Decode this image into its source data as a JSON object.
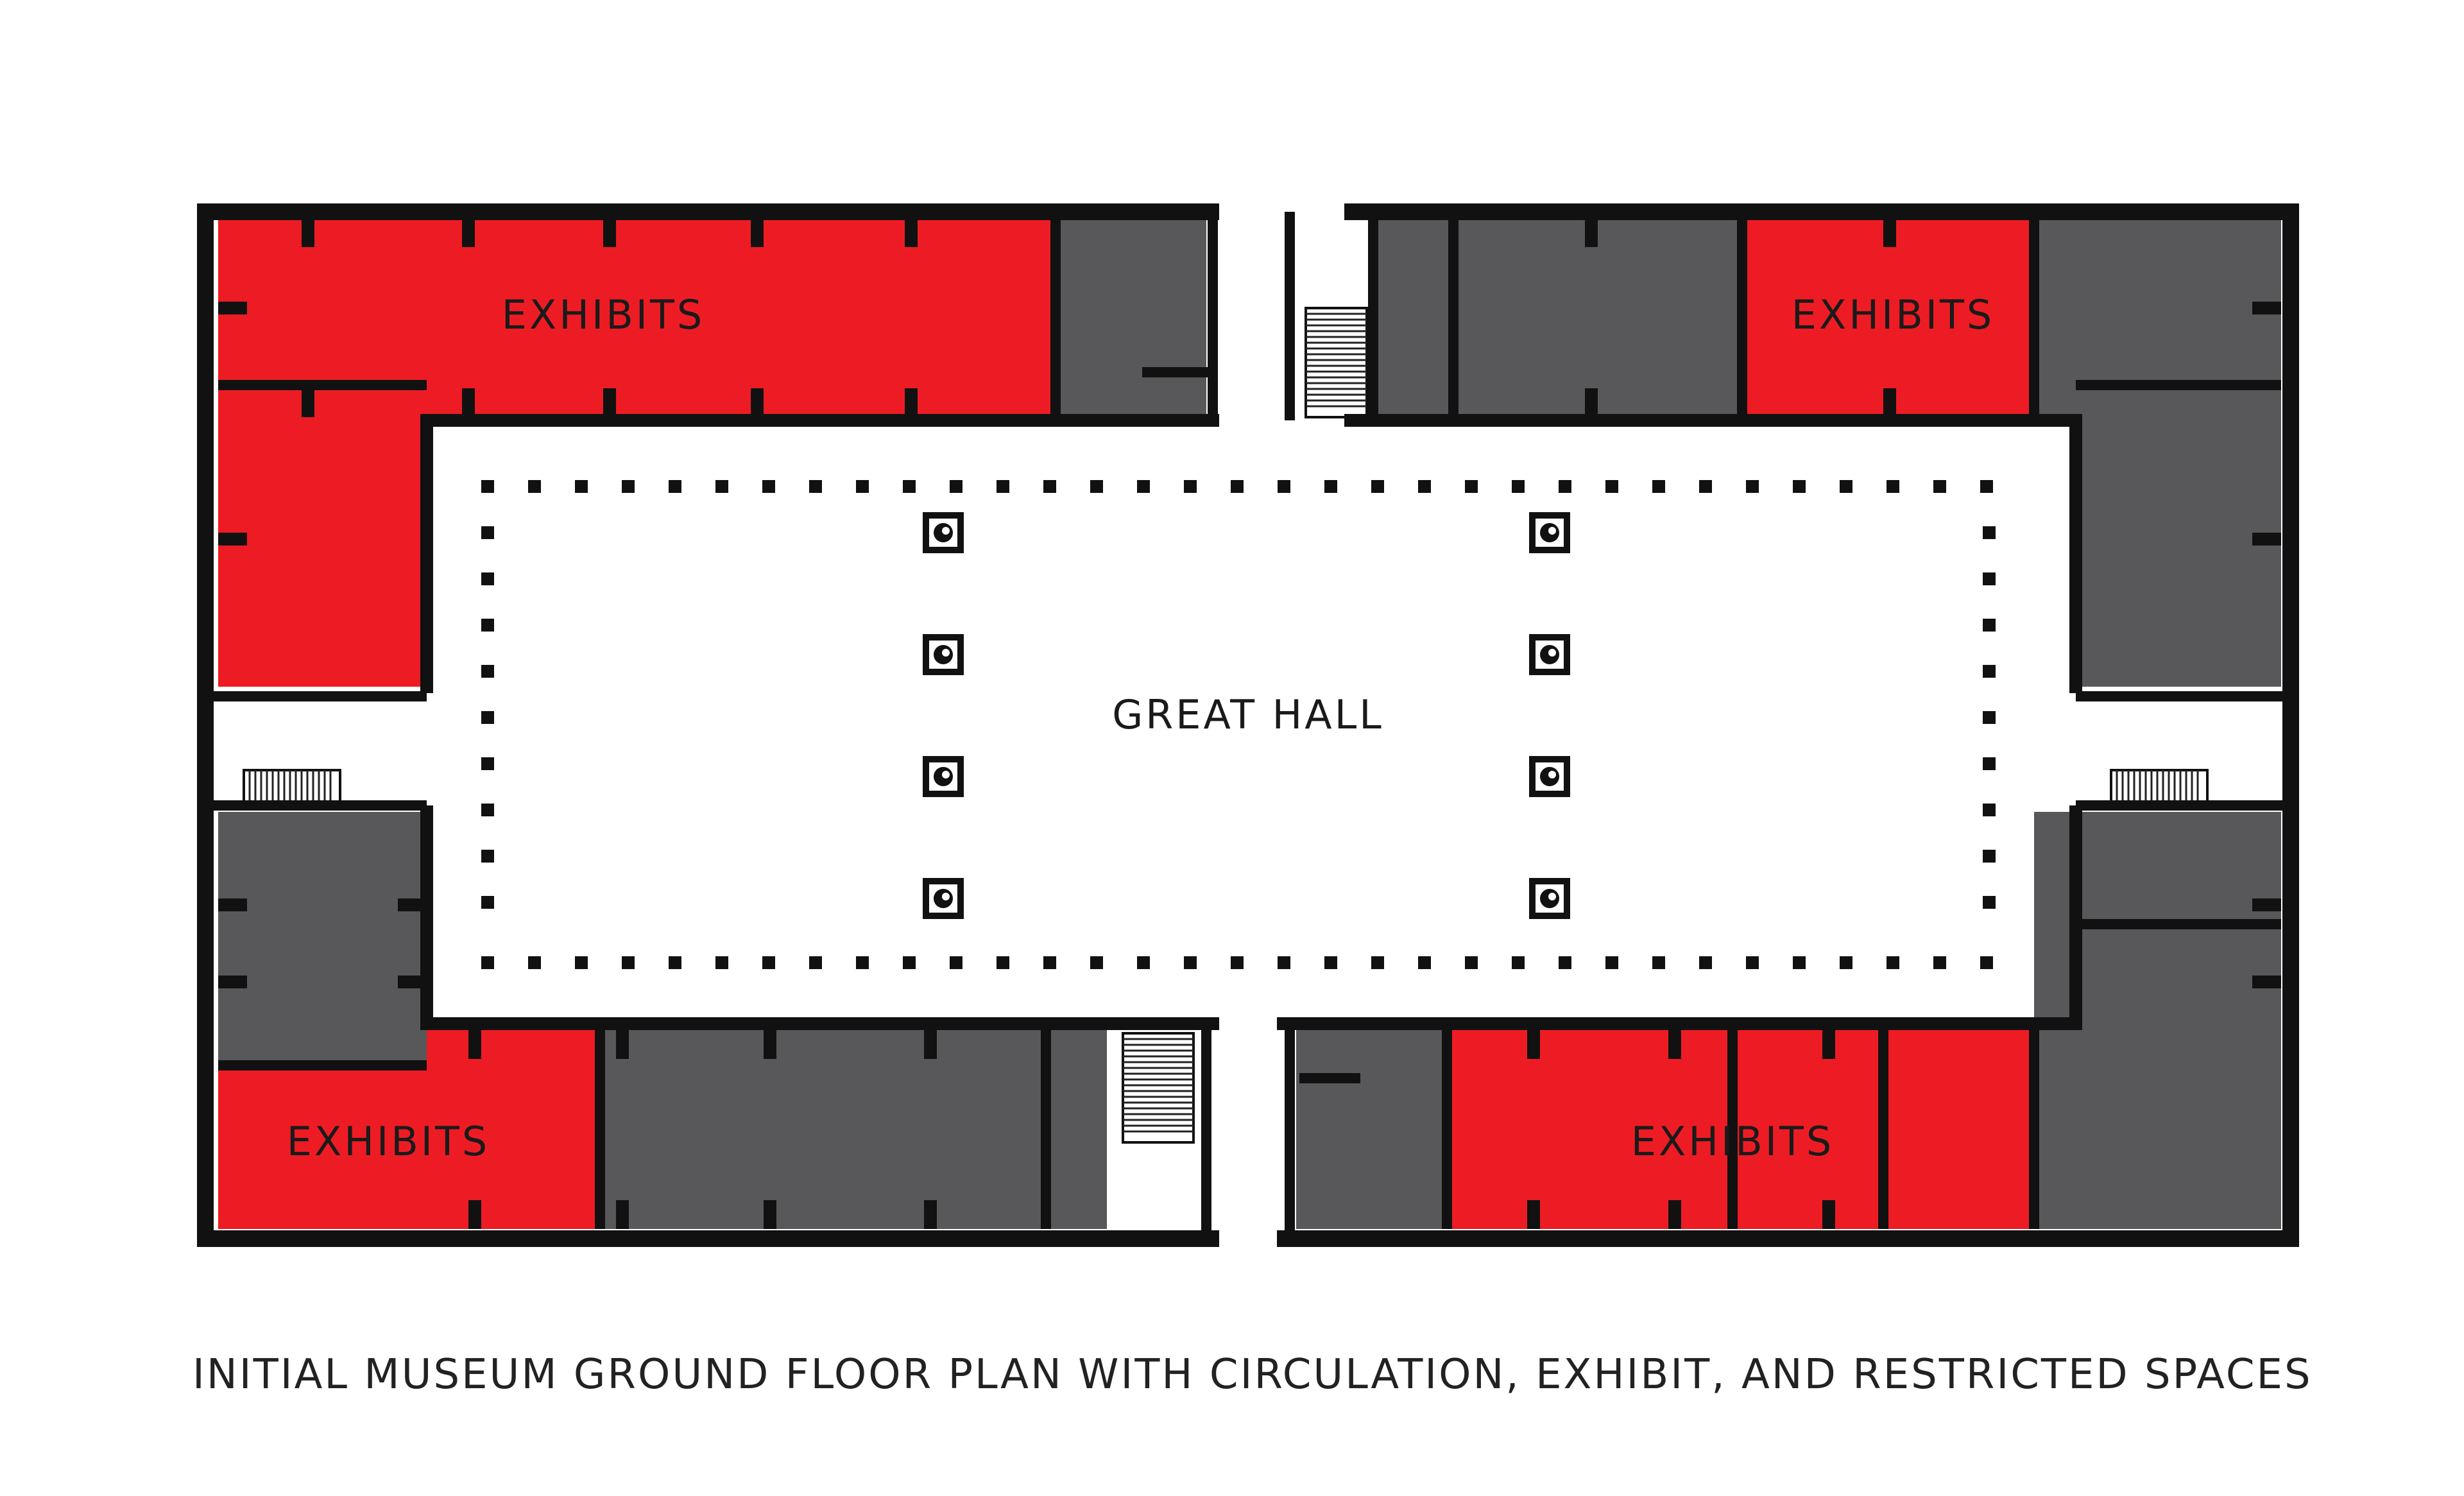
{
  "colors": {
    "exhibit": "#ed1c24",
    "restricted": "#58585a",
    "wall": "#111111",
    "circulation": "#ffffff"
  },
  "labels": {
    "exhibits_top_left": "EXHIBITS",
    "exhibits_top_right": "EXHIBITS",
    "exhibits_bottom_left": "EXHIBITS",
    "exhibits_bottom_right": "EXHIBITS",
    "great_hall": "GREAT HALL"
  },
  "caption": "INITIAL MUSEUM GROUND FLOOR PLAN WITH CIRCULATION, EXHIBIT, AND RESTRICTED SPACES"
}
